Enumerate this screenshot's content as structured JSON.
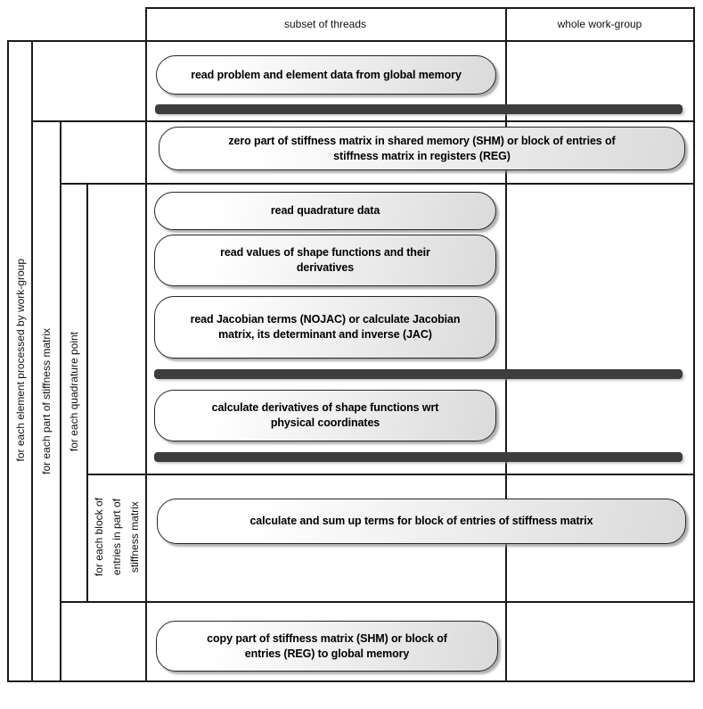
{
  "header": {
    "columns": [
      {
        "label": "subset of threads"
      },
      {
        "label": "whole work-group"
      }
    ]
  },
  "loops": [
    {
      "label": "for each element processed by work-group"
    },
    {
      "label": "for each part of stiffness matrix"
    },
    {
      "label": "for each quadrature point"
    },
    {
      "label": "for each block of\nentries in part of\nstiffness matrix"
    }
  ],
  "activities": [
    {
      "id": "read-problem",
      "text": "read problem and element data from global memory"
    },
    {
      "id": "zero-part",
      "text": "zero part of stiffness matrix in shared memory (SHM) or block of entries of\nstiffness matrix in registers (REG)"
    },
    {
      "id": "read-quadrature",
      "text": "read quadrature data"
    },
    {
      "id": "read-shape",
      "text": "read values of shape functions and their\nderivatives"
    },
    {
      "id": "read-jacobian",
      "text": "read Jacobian terms (NOJAC) or calculate Jacobian\nmatrix, its determinant and inverse (JAC)"
    },
    {
      "id": "calc-derivatives",
      "text": "calculate derivatives of shape functions wrt\nphysical coordinates"
    },
    {
      "id": "calc-sum",
      "text": "calculate and sum up terms for block of entries of stiffness matrix"
    },
    {
      "id": "copy-part",
      "text": "copy part of stiffness matrix (SHM) or block of\nentries (REG) to global memory"
    }
  ],
  "sync_bars": {
    "count": 3
  },
  "colors": {
    "background": "#ffffff",
    "grid_line": "#1a1a1a",
    "box_border": "#262626",
    "box_fill_light": "#ffffff",
    "box_fill_dark": "#dadada",
    "sync_bar": "#3d3d3d",
    "shadow": "#878787",
    "text": "#000000"
  }
}
